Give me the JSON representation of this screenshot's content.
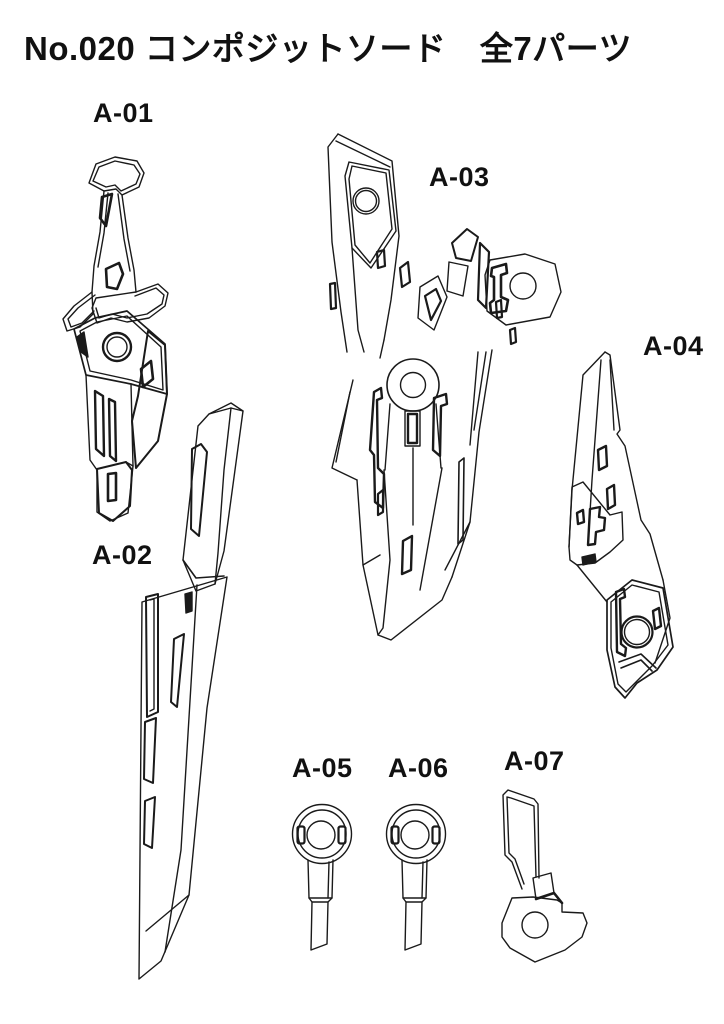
{
  "page": {
    "title": "No.020 コンポジットソード　全7パーツ",
    "background_color": "#ffffff",
    "line_color": "#1a1a1a",
    "text_color": "#111111"
  },
  "parts": [
    {
      "label": "A-01"
    },
    {
      "label": "A-02"
    },
    {
      "label": "A-03"
    },
    {
      "label": "A-04"
    },
    {
      "label": "A-05"
    },
    {
      "label": "A-06"
    },
    {
      "label": "A-07"
    }
  ]
}
